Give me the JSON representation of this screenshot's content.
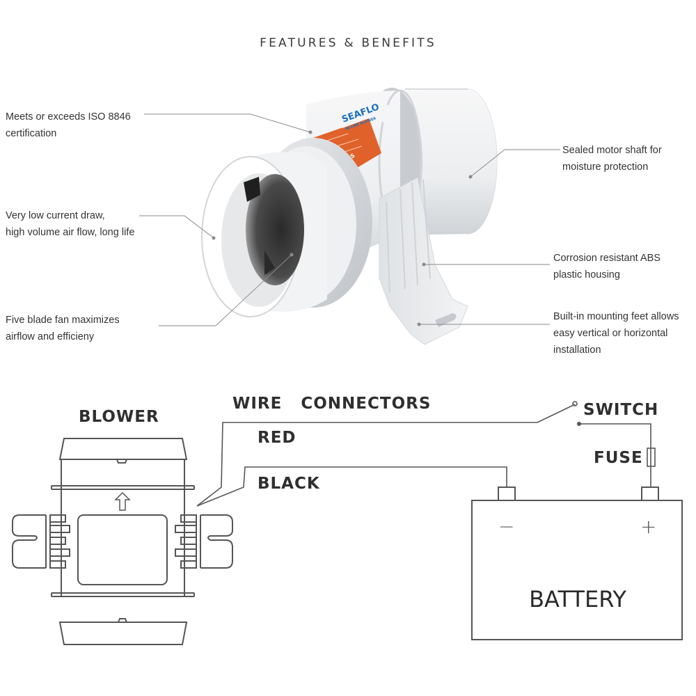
{
  "title": "FEATURES & BENEFITS",
  "features": {
    "left": [
      {
        "lines": [
          "Meets or exceeds ISO 8846",
          "certification"
        ]
      },
      {
        "lines": [
          "Very low current draw,",
          "high volume air flow, long life"
        ]
      },
      {
        "lines": [
          "Five blade fan maximizes",
          "airflow and efficieny"
        ]
      }
    ],
    "right": [
      {
        "lines": [
          "Sealed motor shaft for",
          "moisture protection"
        ]
      },
      {
        "lines": [
          "Corrosion resistant ABS",
          "plastic housing"
        ]
      },
      {
        "lines": [
          "Built-in mounting feet allows",
          "easy vertical or horizontal",
          "installation"
        ]
      }
    ]
  },
  "product": {
    "brand": "SEAFLO",
    "subtitle": "IN-LINE BLOWER",
    "label_color": "#e0622a",
    "brand_color": "#1a6fc0",
    "marks": "CE RoHS"
  },
  "wiring": {
    "blower_label": "BLOWER",
    "wire_connectors_label": "WIRE   CONNECTORS",
    "red_label": "RED",
    "black_label": "BLACK",
    "switch_label": "SWITCH",
    "fuse_label": "FUSE",
    "battery_label": "BATTERY",
    "negative_sign": "−",
    "positive_sign": "+",
    "line_color": "#555555"
  }
}
